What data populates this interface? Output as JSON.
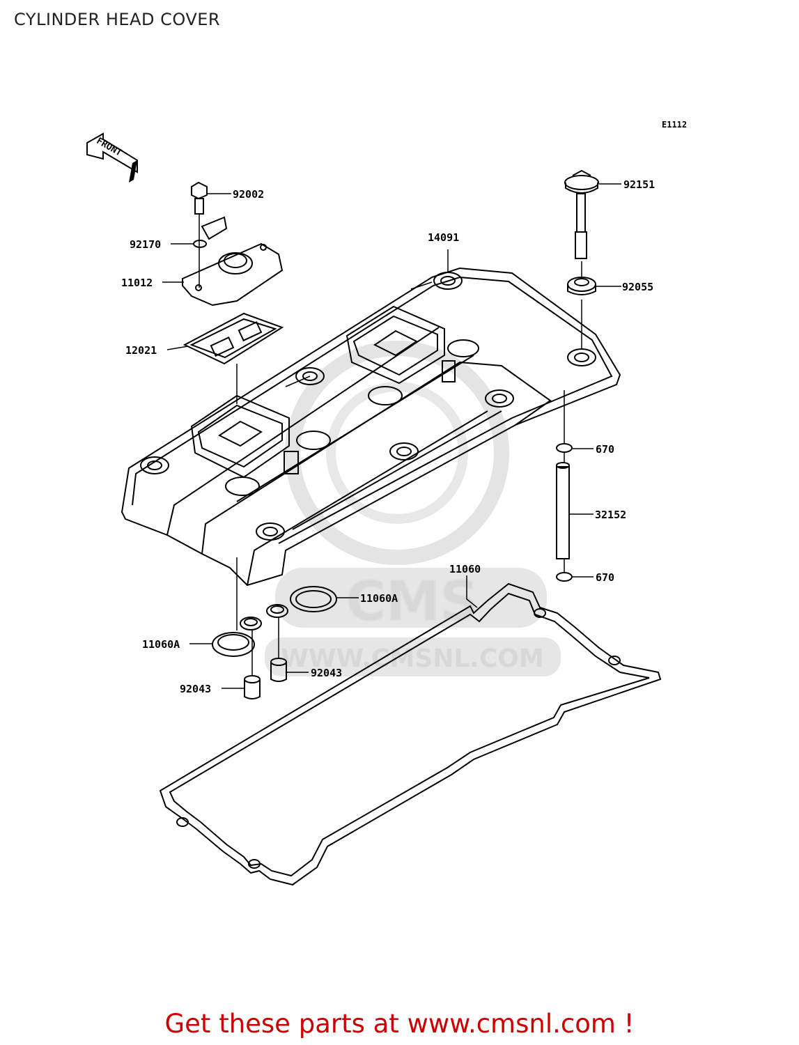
{
  "page": {
    "title": "CYLINDER HEAD COVER",
    "diagram_code": "E1112"
  },
  "direction_marker": {
    "label": "FRONT"
  },
  "watermark": {
    "brand": "CMS",
    "url": "WWW.CMSNL.COM"
  },
  "parts": {
    "p92002": "92002",
    "p92170": "92170",
    "p11012": "11012",
    "p12021": "12021",
    "p14091": "14091",
    "p92151": "92151",
    "p92055": "92055",
    "p670_top": "670",
    "p32152": "32152",
    "p670_bottom": "670",
    "p11060": "11060",
    "p11060A_right": "11060A",
    "p11060A_left": "11060A",
    "p92043_right": "92043",
    "p92043_left": "92043"
  },
  "footer": {
    "cta": "Get these parts at www.cmsnl.com !"
  }
}
